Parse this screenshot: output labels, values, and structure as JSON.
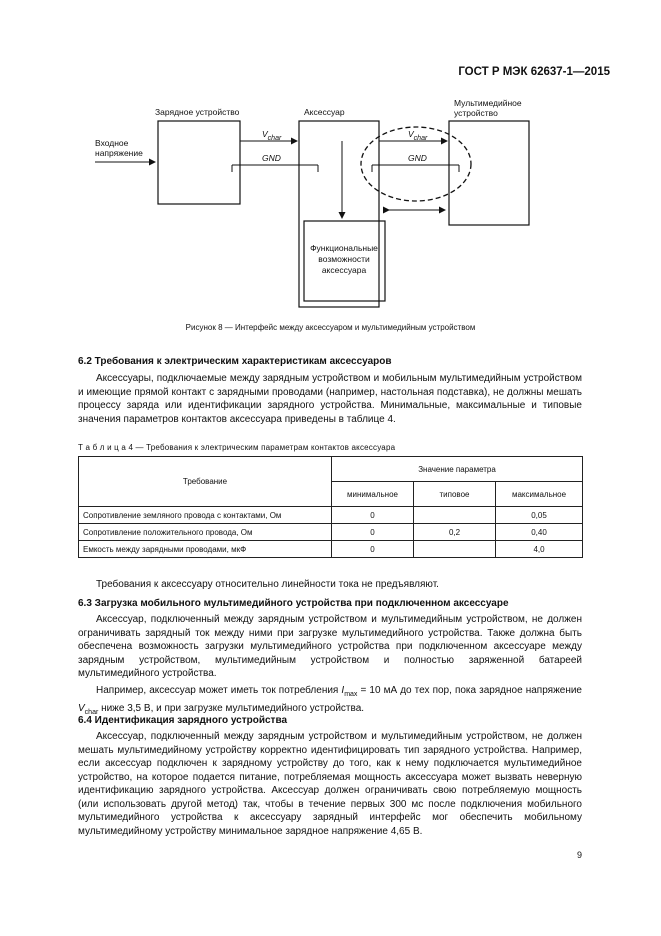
{
  "header": {
    "standard": "ГОСТ Р МЭК 62637-1—2015"
  },
  "figure": {
    "labels": {
      "charger": "Зарядное устройство",
      "accessory": "Аксессуар",
      "multimedia_line1": "Мультимедийное",
      "multimedia_line2": "устройство",
      "input_line1": "Входное",
      "input_line2": "напряжение",
      "vchar_v": "V",
      "vchar_sub": "char",
      "gnd": "GND",
      "func_line1": "Функциональные",
      "func_line2": "возможности",
      "func_line3": "аксессуара"
    },
    "caption": "Рисунок 8 — Интерфейс между аксессуаром и мультимедийным устройством"
  },
  "section_6_2": {
    "heading": "6.2 Требования к электрическим характеристикам аксессуаров",
    "paragraph": "Аксессуары, подключаемые между зарядным устройством и мобильным мультимедийным устройством и имеющие прямой контакт с зарядными проводами (например, настольная подставка), не должны мешать процессу заряда или идентификации зарядного устройства. Минимальные, максимальные и типовые значения параметров контактов аксессуара приведены в таблице 4."
  },
  "table4": {
    "title": "Т а б л и ц а 4 — Требования к электрическим параметрам контактов аксессуара",
    "header_requirement": "Требование",
    "header_value": "Значение параметра",
    "header_min": "минимальное",
    "header_typ": "типовое",
    "header_max": "максимальное",
    "rows": [
      {
        "name": "Сопротивление земляного провода с контактами, Ом",
        "min": "0",
        "typ": "",
        "max": "0,05"
      },
      {
        "name": "Сопротивление положительного провода, Ом",
        "min": "0",
        "typ": "0,2",
        "max": "0,40"
      },
      {
        "name": "Емкость между зарядными проводами, мкФ",
        "min": "0",
        "typ": "",
        "max": "4,0"
      }
    ]
  },
  "linearity_note": "Требования к аксессуару относительно линейности тока не предъявляют.",
  "section_6_3": {
    "heading": "6.3 Загрузка мобильного мультимедийного устройства при подключенном аксессуаре",
    "paragraph1": "Аксессуар, подключенный между зарядным устройством и мультимедийным устройством, не должен ограничивать зарядный ток между ними при загрузке мультимедийного устройства. Также должна быть обеспечена возможность загрузки мультимедийного устройства при подключенном аксессуаре между зарядным устройством, мультимедийным устройством и полностью заряженной батареей мультимедийного устройства.",
    "p2_part1": "Например, аксессуар может иметь ток потребления ",
    "p2_imax_i": "I",
    "p2_imax_sub": "max",
    "p2_part2": " = 10 мА до тех пор, пока зарядное напряжение ",
    "p2_vchar_v": "V",
    "p2_vchar_sub": "char",
    "p2_part3": " ниже 3,5 В, и при загрузке мультимедийного устройства."
  },
  "section_6_4": {
    "heading": "6.4 Идентификация зарядного устройства",
    "paragraph": "Аксессуар, подключенный между зарядным устройством и мультимедийным устройством, не должен мешать мультимедийному устройству корректно идентифицировать тип зарядного устройства. Например, если аксессуар подключен к зарядному устройству до того, как к нему подключается мультимедийное устройство, на которое подается питание, потребляемая мощность аксессуара может вызвать неверную идентификацию зарядного устройства. Аксессуар должен ограничивать свою потребляемую мощность (или использовать другой метод) так, чтобы в течение первых 300 мс после подключения мобильного мультимедийного устройства к аксессуару зарядный интерфейс мог обеспечить мобильному мультимедийному устройству минимальное зарядное напряжение 4,65 В."
  },
  "page_number": "9"
}
